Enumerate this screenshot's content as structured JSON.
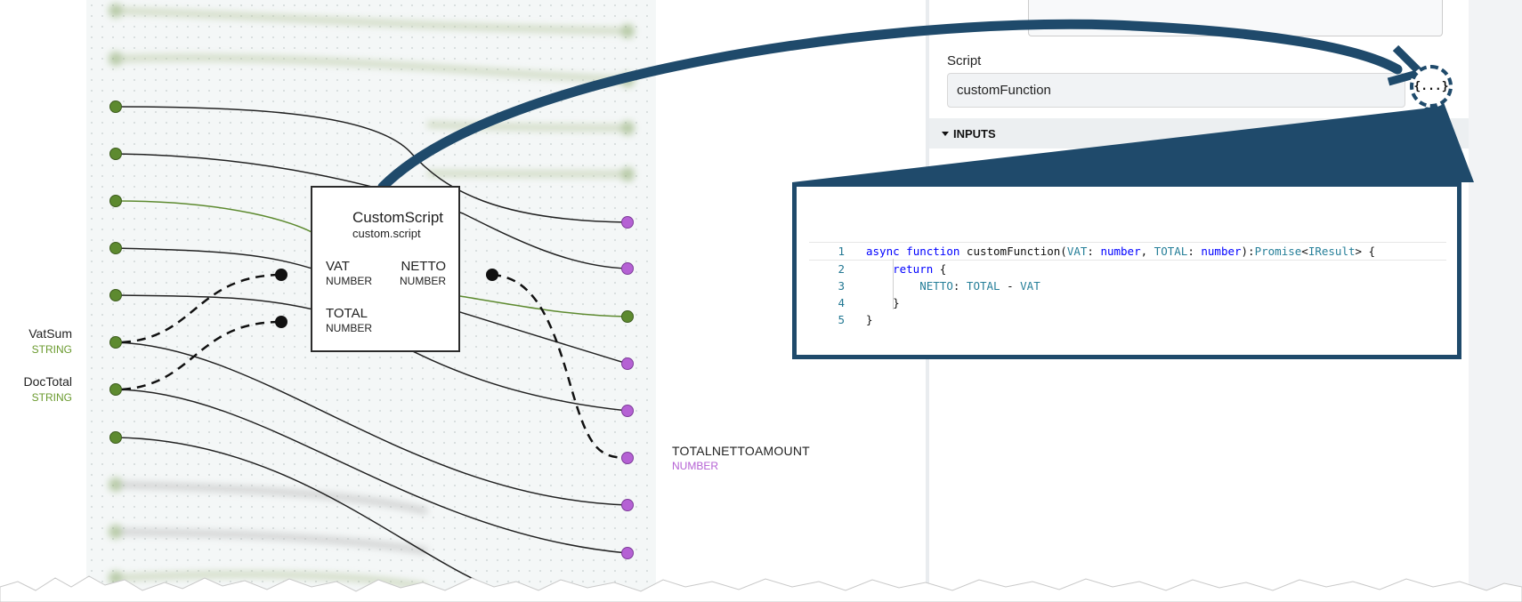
{
  "mapping": {
    "source_fields": [
      {
        "name": "VatSum",
        "type": "STRING"
      },
      {
        "name": "DocTotal",
        "type": "STRING"
      }
    ],
    "target_field": {
      "name": "TOTALNETTOAMOUNT",
      "type": "NUMBER"
    }
  },
  "node": {
    "title": "CustomScript",
    "subtitle": "custom.script",
    "inputs": [
      {
        "name": "VAT",
        "type": "NUMBER"
      },
      {
        "name": "TOTAL",
        "type": "NUMBER"
      }
    ],
    "output": {
      "name": "NETTO",
      "type": "NUMBER"
    }
  },
  "panel": {
    "script_label": "Script",
    "script_value": "customFunction",
    "script_button_icon": "{...}",
    "inputs_section": "INPUTS"
  },
  "code": {
    "line_numbers": [
      "1",
      "2",
      "3",
      "4",
      "5"
    ],
    "l1": {
      "kw1": "async",
      "kw2": "function",
      "fname": "customFunction",
      "p1": "VAT",
      "t1": "number",
      "p2": "TOTAL",
      "t2": "number",
      "ret": "Promise",
      "gen": "IResult"
    },
    "l2": {
      "kw": "return"
    },
    "l3": {
      "key": "NETTO",
      "a": "TOTAL",
      "op": "-",
      "b": "VAT"
    }
  },
  "colors": {
    "source_port": "#5d8a2f",
    "target_port": "#b561d4",
    "accent_arrow": "#1f4a6b",
    "string_type": "#6a9a2e",
    "number_type": "#b561d4"
  }
}
